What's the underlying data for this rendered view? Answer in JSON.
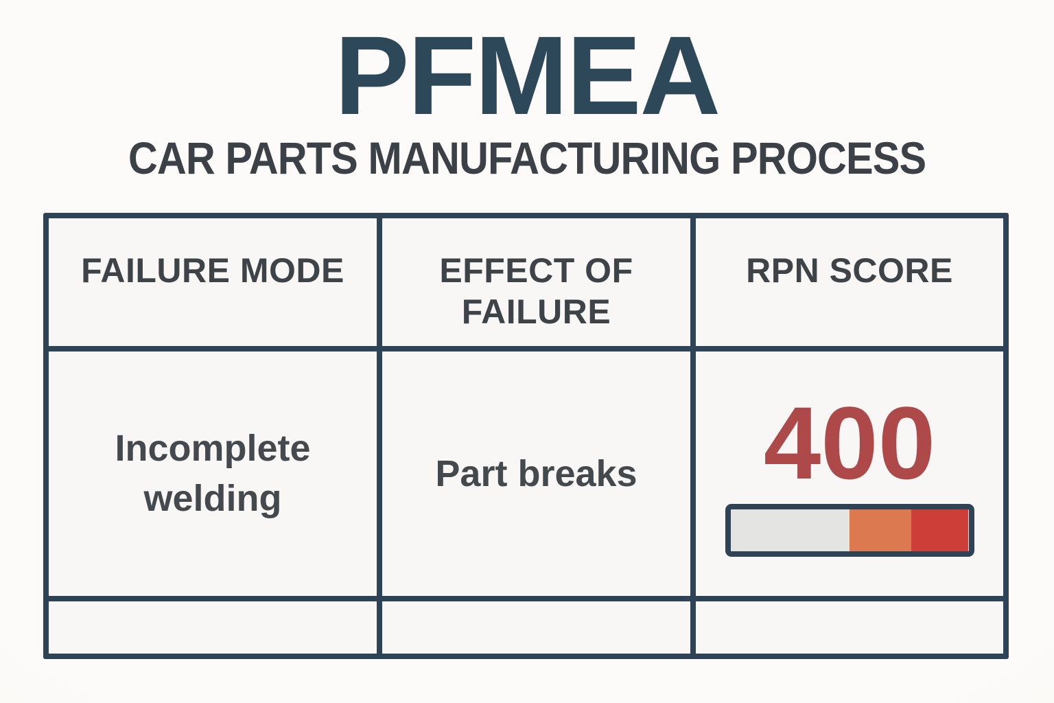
{
  "header": {
    "title": "PFMEA",
    "subtitle": "CAR PARTS MANUFACTURING PROCESS"
  },
  "table": {
    "columns": [
      "FAILURE MODE",
      "EFFECT OF FAILURE",
      "RPN SCORE"
    ],
    "rows": [
      {
        "failure_mode": "Incomplete welding",
        "effect_of_failure": "Part breaks",
        "rpn_score": "400",
        "rpn_bar": {
          "segments": [
            {
              "name": "low-zone",
              "color": "#e4e5e3",
              "percent": 50
            },
            {
              "name": "medium-zone",
              "color": "#dd7950",
              "percent": 26
            },
            {
              "name": "high-zone",
              "color": "#cc3e37",
              "percent": 24
            }
          ]
        }
      },
      {
        "failure_mode": "",
        "effect_of_failure": "",
        "rpn_score": ""
      }
    ]
  },
  "colors": {
    "title_text": "#2d4859",
    "subtitle_text": "#3b4147",
    "table_border": "#2e4456",
    "header_text": "#3e4347",
    "cell_text": "#44494e",
    "rpn_score_text": "#ad4949",
    "background": "#fbfaf8"
  },
  "chart_data": {
    "type": "table",
    "title": "PFMEA",
    "subtitle": "CAR PARTS MANUFACTURING PROCESS",
    "columns": [
      "FAILURE MODE",
      "EFFECT OF FAILURE",
      "RPN SCORE"
    ],
    "rows": [
      [
        "Incomplete welding",
        "Part breaks",
        400
      ],
      [
        "",
        "",
        ""
      ]
    ],
    "rpn_severity_bar": {
      "description": "horizontal segmented severity indicator under RPN value",
      "segments": [
        {
          "label": "low-zone",
          "color": "#e4e5e3",
          "percent": 50
        },
        {
          "label": "medium-zone",
          "color": "#dd7950",
          "percent": 26
        },
        {
          "label": "high-zone",
          "color": "#cc3e37",
          "percent": 24
        }
      ]
    }
  }
}
